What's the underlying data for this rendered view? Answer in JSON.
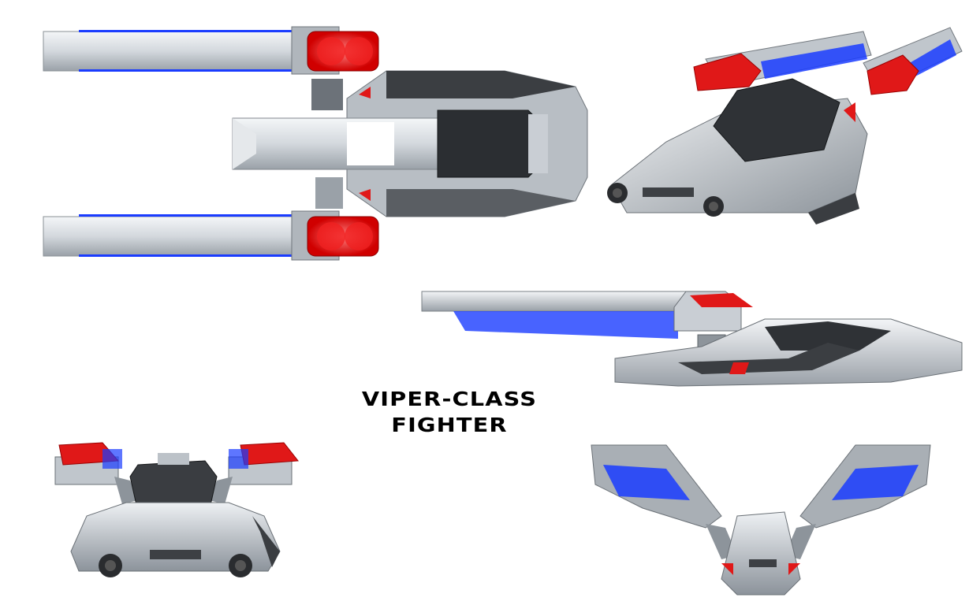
{
  "title": {
    "line1": "VIPER-CLASS",
    "line2": "FIGHTER"
  },
  "colors": {
    "hull": "#c9ced4",
    "hull_light": "#eef1f4",
    "hull_dark": "#8c939b",
    "canopy": "#2e3034",
    "nacelle_red": "#e01818",
    "nacelle_blue": "#1a3cff",
    "background": "#ffffff"
  },
  "views": {
    "top": "top-view",
    "perspective": "perspective-view",
    "side": "side-view",
    "front": "front-view",
    "rear": "rear-view"
  }
}
